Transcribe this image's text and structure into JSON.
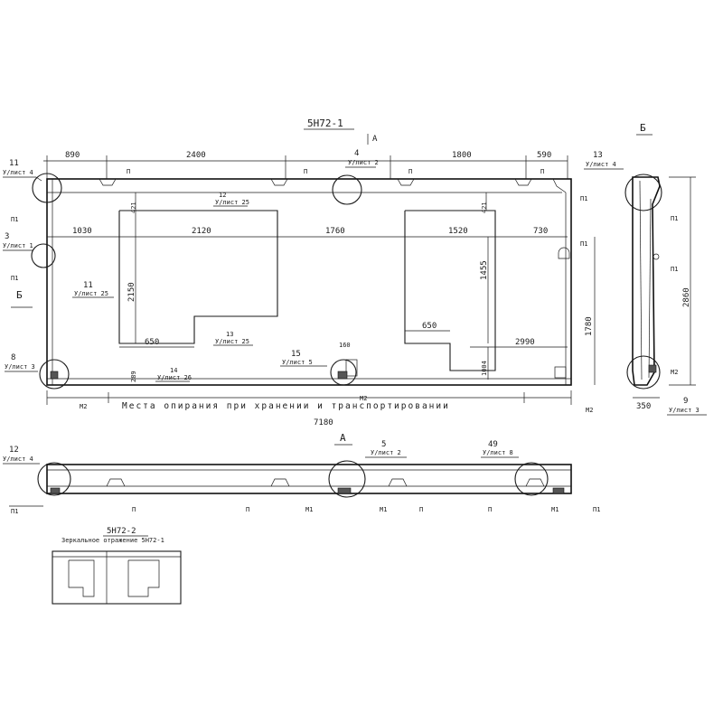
{
  "title": "5Н72-1",
  "view_a_mark": "А",
  "view_b_mark": "Б",
  "notes": {
    "storage": "Места опирания при хранении и транспортировании"
  },
  "dims": {
    "top": [
      "890",
      "2400",
      "1800",
      "590"
    ],
    "middle": [
      "1030",
      "2120",
      "1760",
      "1520",
      "730"
    ],
    "lower": [
      "650",
      "650",
      "2990"
    ],
    "vertical": [
      "421",
      "421",
      "2150",
      "1455",
      "1780",
      "289",
      "1004",
      "160"
    ],
    "overall": "7180",
    "side_height": "2860",
    "side_width": "350"
  },
  "callouts": {
    "c11_top": {
      "num": "11",
      "sheet": "У/лист 4"
    },
    "c4_top": {
      "num": "4",
      "sheet": "У/лист 2"
    },
    "c13_side": {
      "num": "13",
      "sheet": "У/лист 4"
    },
    "c3_left": {
      "num": "3",
      "sheet": "У/лист 1"
    },
    "c8_left": {
      "num": "8",
      "sheet": "У/лист 3"
    },
    "c12_inner": {
      "num": "12",
      "sheet": "У/лист 25"
    },
    "c11_inner": {
      "num": "11",
      "sheet": "У/лист 25"
    },
    "c13_inner": {
      "num": "13",
      "sheet": "У/лист 25"
    },
    "c14_inner": {
      "num": "14",
      "sheet": "У/лист 26"
    },
    "c15_inner": {
      "num": "15",
      "sheet": "У/лист 5"
    },
    "c9_side": {
      "num": "9",
      "sheet": "У/лист 3"
    },
    "c12_bottom": {
      "num": "12",
      "sheet": "У/лист 4"
    },
    "c5_bottom": {
      "num": "5",
      "sheet": "У/лист 2"
    },
    "c49_bottom": {
      "num": "49",
      "sheet": "У/лист 8"
    }
  },
  "marks": {
    "P": "П",
    "P1": "П1",
    "M1": "М1",
    "M2": "М2"
  },
  "mirror": {
    "label": "5Н72-2",
    "caption": "Зеркальное отражение 5Н72-1"
  }
}
